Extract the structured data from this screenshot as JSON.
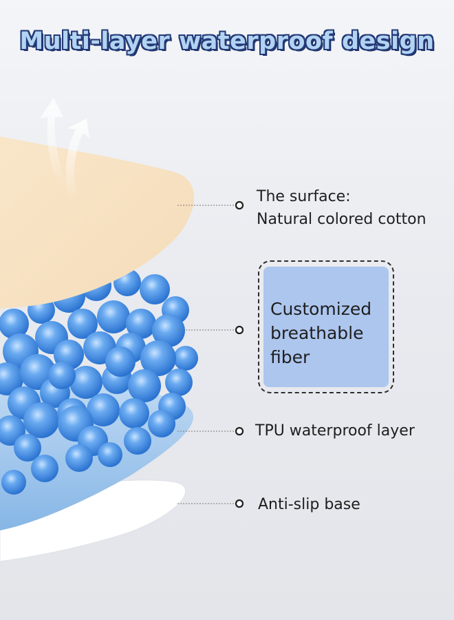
{
  "headline": "Multi-layer waterproof design",
  "layers": {
    "surface": {
      "line1": "The surface:",
      "line2": "Natural colored cotton"
    },
    "fiber": {
      "line1": "Customized",
      "line2": "breathable",
      "line3": "fiber"
    },
    "tpu": {
      "label": "TPU waterproof layer"
    },
    "base": {
      "label": "Anti-slip base"
    }
  },
  "colors": {
    "headline_fill": "#b2d4f2",
    "headline_outline": "#243a78",
    "cotton": "#f7e3c5",
    "tpu": "#a6c9ee",
    "base": "#ffffff",
    "bead": "#3d8ee6",
    "fiber_box": "#adc6ee"
  },
  "icons": {
    "breathe": "arrow-up-icon",
    "leader_end": "ring-icon"
  }
}
